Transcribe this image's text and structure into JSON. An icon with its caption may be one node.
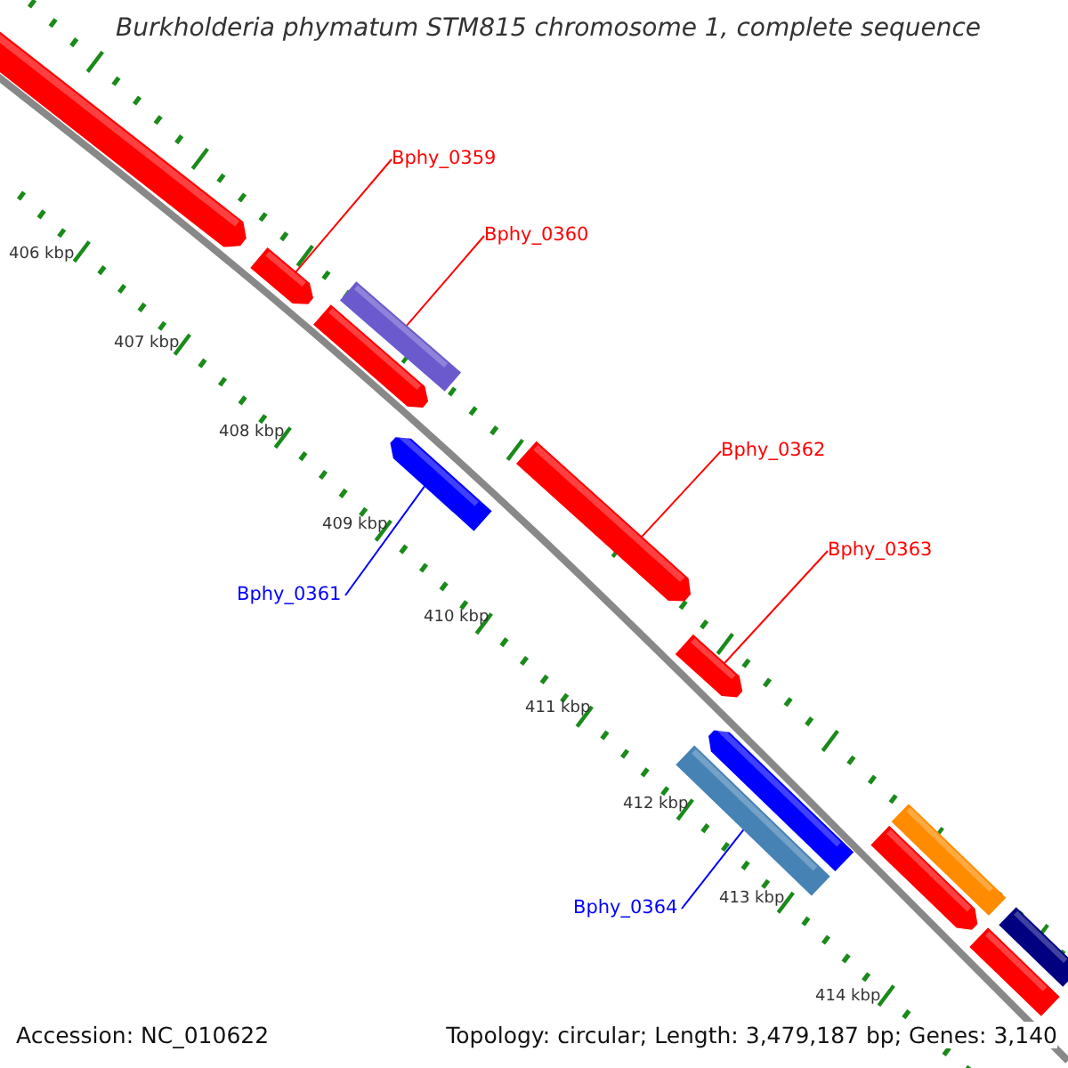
{
  "diagram": {
    "title": "Burkholderia phymatum STM815 chromosome 1, complete sequence",
    "nodes": [
      {
        "text": [
          "Bphy_0359"
        ]
      },
      {
        "text": [
          "Bphy_0360"
        ]
      },
      {
        "text": [
          "Bphy_0362"
        ]
      },
      {
        "text": [
          "Bphy_0361"
        ]
      },
      {
        "text": [
          "Bphy_0363"
        ]
      },
      {
        "text": [
          "Bphy_0364"
        ]
      },
      {
        "text": [],
        "shape": "bar"
      },
      {
        "text": [],
        "shape": "bar"
      },
      {
        "text": [],
        "shape": "bar"
      },
      {
        "text": [],
        "shape": "bar"
      },
      {
        "text": [],
        "shape": "bar"
      },
      {
        "text": [],
        "shape": "bar"
      },
      {
        "text": [],
        "shape": "bar"
      },
      {
        "text": [],
        "shape": "bar"
      },
      {
        "text": [],
        "shape": "bar"
      },
      {
        "text": [],
        "shape": "bar"
      },
      {
        "text": [],
        "shape": "bar"
      },
      {
        "text": [],
        "shape": "bar"
      },
      {
        "text": [],
        "shape": "bar"
      }
    ],
    "edges": [
      {
        "from": 0,
        "to": 7,
        "arrow": "none"
      },
      {
        "from": 1,
        "to": 8,
        "arrow": "none"
      },
      {
        "from": 2,
        "to": 11,
        "arrow": "none"
      },
      {
        "from": 3,
        "to": 10,
        "arrow": "none",
        "color": "#0000ff"
      },
      {
        "from": 4,
        "to": 12,
        "arrow": "none"
      },
      {
        "from": 5,
        "to": 14,
        "arrow": "none",
        "color": "#0000ff"
      }
    ],
    "labels": [
      "406 kbp",
      "407 kbp",
      "408 kbp",
      "409 kbp",
      "410 kbp",
      "411 kbp",
      "412 kbp",
      "413 kbp",
      "414 kbp",
      "Accession: NC_010622",
      "Topology: circular; Length: 3,479,187 bp; Genes: 3,140"
    ]
  }
}
